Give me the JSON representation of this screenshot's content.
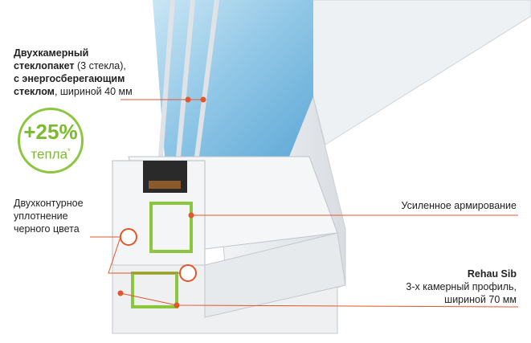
{
  "glass": {
    "line1": "Двухкамерный",
    "line2_bold": "стеклопакет",
    "line2_rest": " (3 стекла),",
    "line3": "с энергосберегающим",
    "line4_bold": "стеклом",
    "line4_rest": ", шириной 40 мм"
  },
  "badge": {
    "percent": "+25%",
    "label": "тепла",
    "mark": "*"
  },
  "seal": {
    "line1": "Двухконтурное",
    "line2": "уплотнение",
    "line3": "черного цвета"
  },
  "reinforcement": {
    "label": "Усиленное армирование"
  },
  "profile": {
    "title": "Rehau Sib",
    "line1": "3-х камерный профиль,",
    "line2": "шириной 70 мм"
  },
  "colors": {
    "accent_green": "#8cc63f",
    "callout_line": "#e2562b",
    "text": "#222222"
  }
}
